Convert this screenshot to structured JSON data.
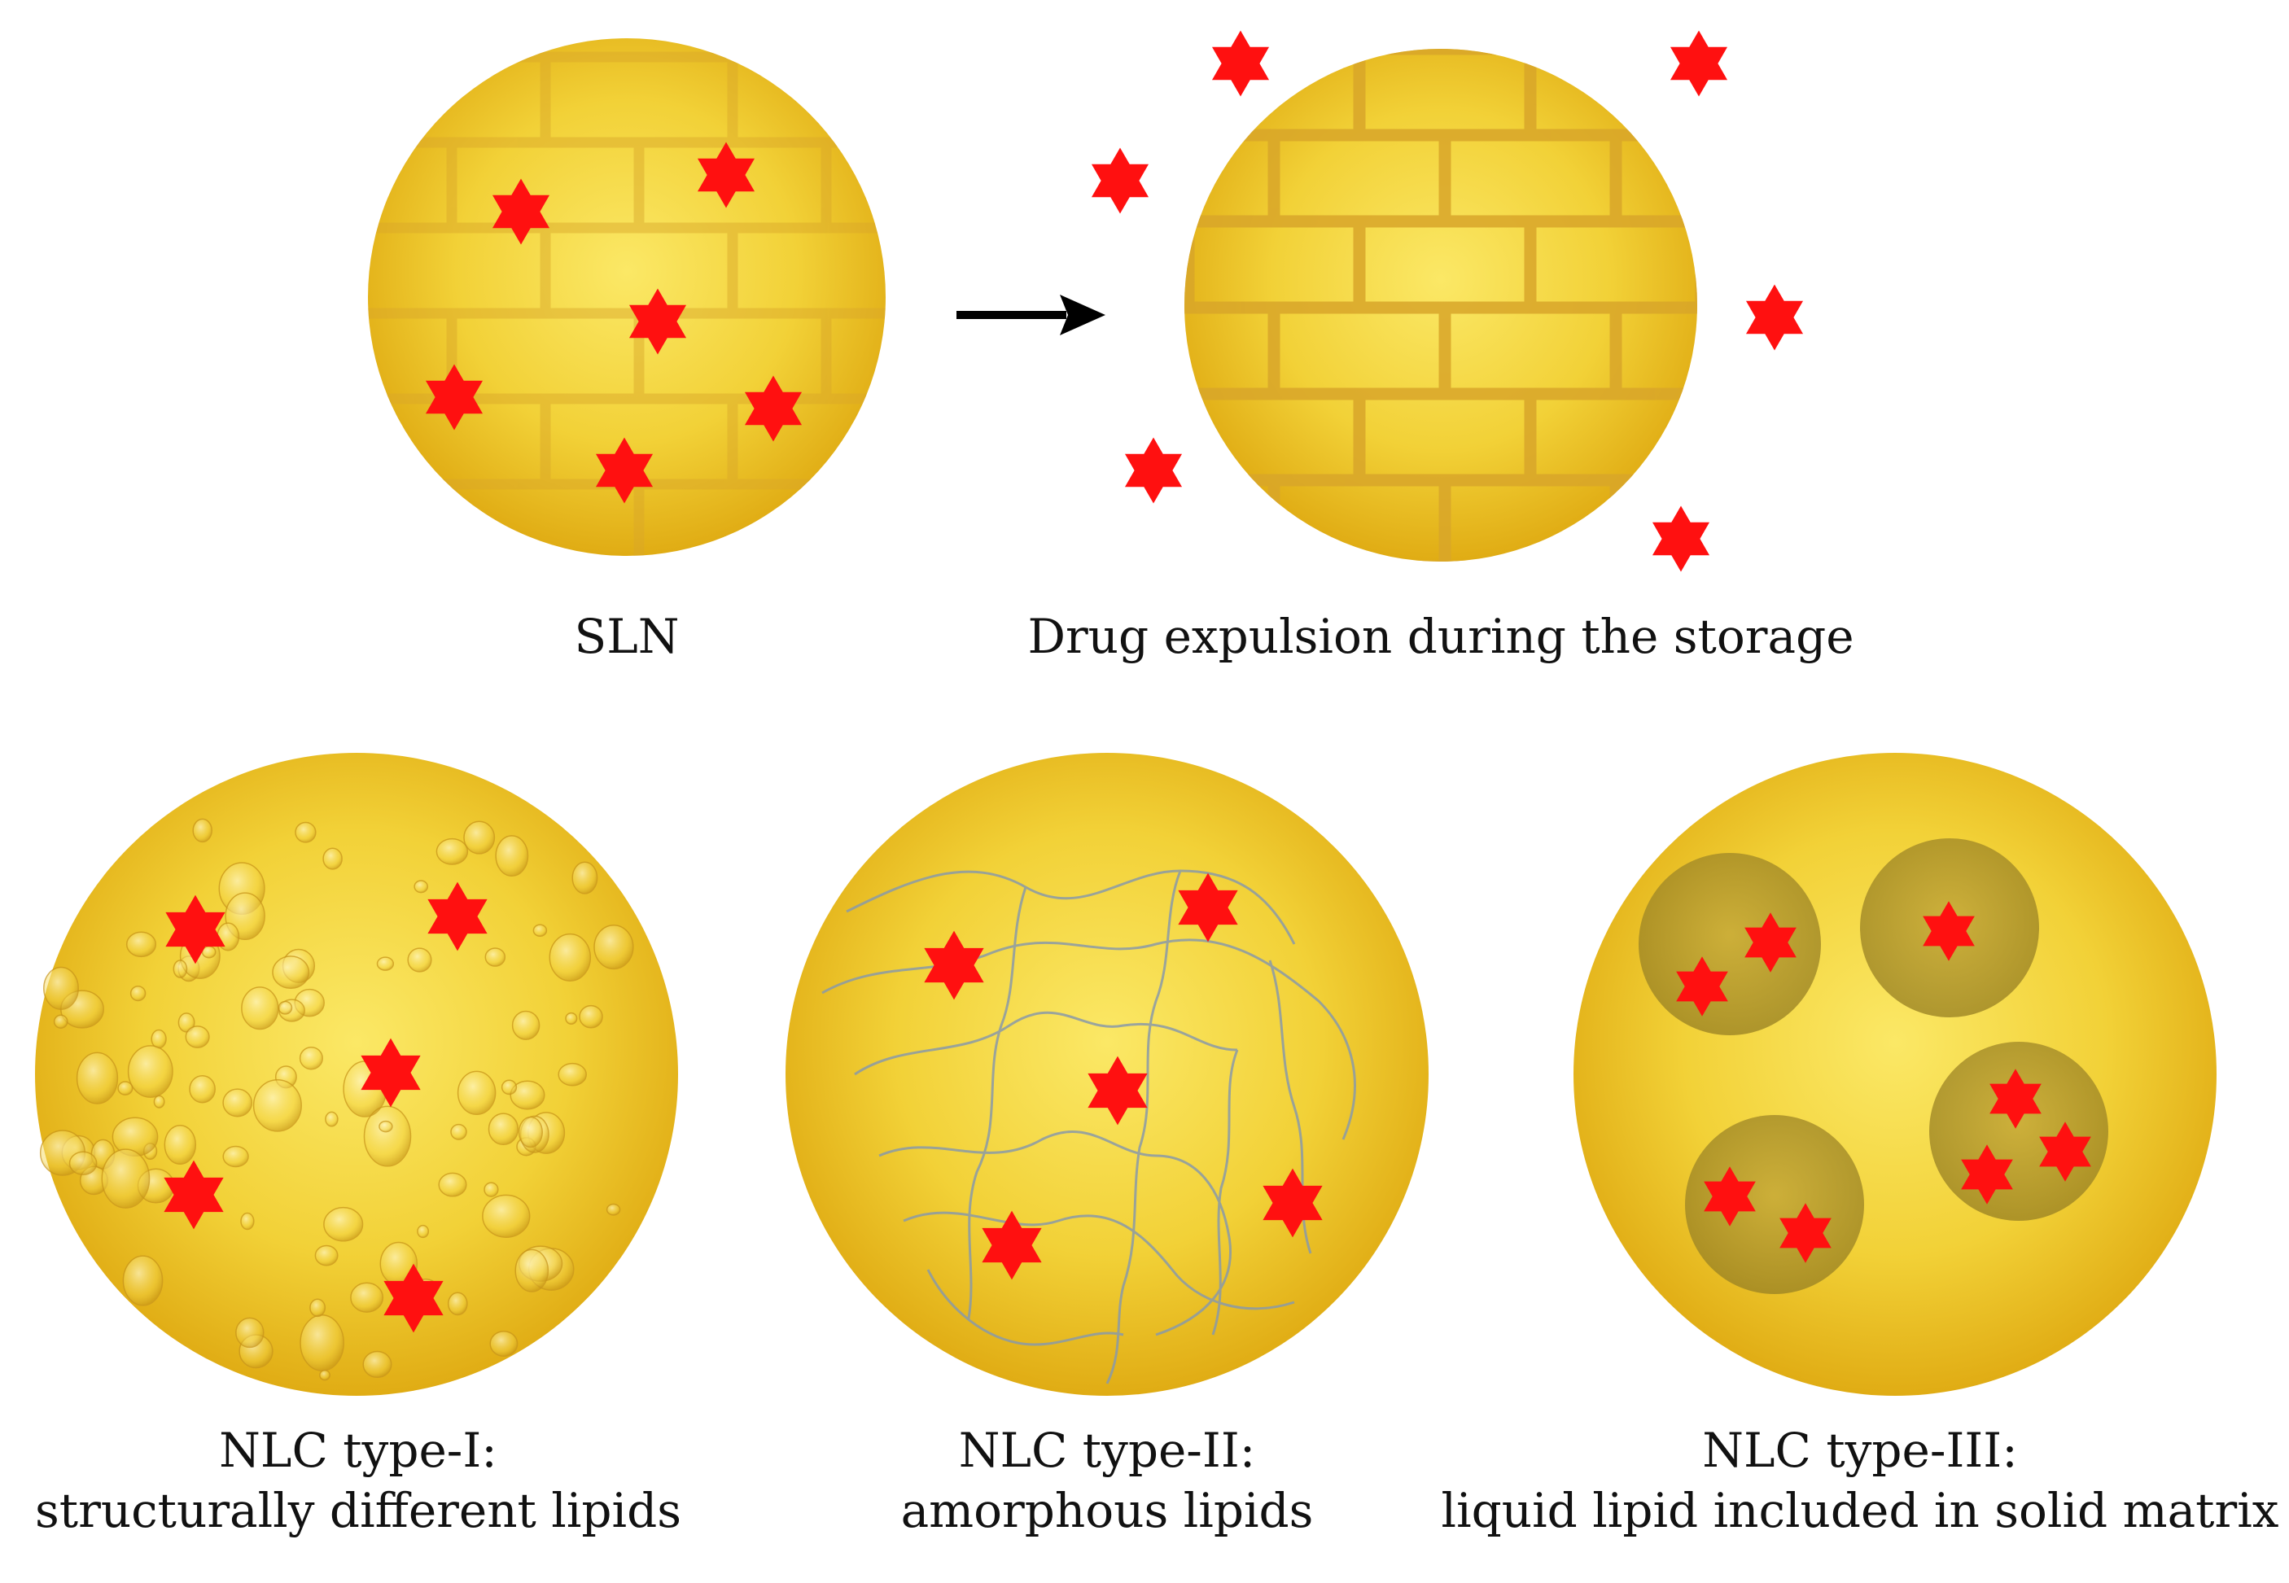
{
  "panels": {
    "sln": {
      "caption": "SLN"
    },
    "expulsion": {
      "caption": "Drug expulsion during the storage"
    },
    "nlc1": {
      "title": "NLC type-I:",
      "subtitle": "structurally  different lipids"
    },
    "nlc2": {
      "title": "NLC type-II:",
      "subtitle": "amorphous  lipids"
    },
    "nlc3": {
      "title": "NLC type-III:",
      "subtitle": "liquid  lipid  included  in  solid  matrix"
    }
  },
  "colors": {
    "particle_light": "#f8e24e",
    "particle_mid": "#f0cd2a",
    "particle_edge": "#dfa911",
    "brick_line": "#d9a62a",
    "drug_star": "#ff1010",
    "liquid_droplet": "#b59a2c",
    "amorphous_strand": "#8a9aa8",
    "arrow": "#000000"
  },
  "legend_icons": {
    "drug": "six-pointed-star-icon",
    "process": "right-arrow-icon"
  }
}
